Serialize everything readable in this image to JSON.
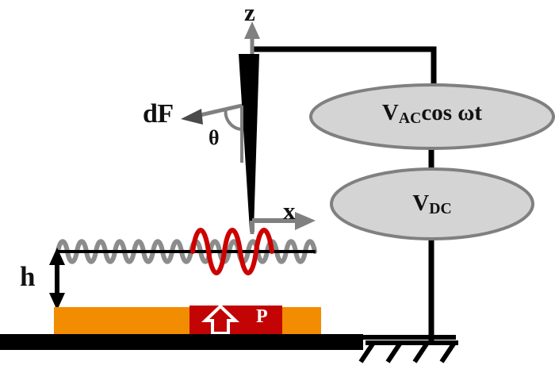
{
  "figure": {
    "kind": "pfm-schematic",
    "description": "Piezoresponse force microscopy setup schematic"
  },
  "axes": {
    "z_label": "z",
    "x_label": "x"
  },
  "tip": {
    "force_label": "dF",
    "angle_label": "θ",
    "gap_label": "h"
  },
  "sample": {
    "polarization_label": "P",
    "polarization_arrow": "up-arrow-icon",
    "film_color": "#F28C00",
    "domain_color": "#C30404",
    "substrate_color": "#000000"
  },
  "circuit": {
    "ac_source": {
      "v": "V",
      "sub": "AC",
      "rest": "cos ωt",
      "full": "V_AC cos ωt"
    },
    "dc_source": {
      "v": "V",
      "sub": "DC",
      "full": "V_DC"
    },
    "ground": "ground-symbol",
    "wire_color": "#000000",
    "source_fill": "#D4D4D4",
    "source_stroke": "#808080"
  },
  "oscillation": {
    "base_color": "#8C8C8C",
    "enhanced_color": "#CC0000",
    "axis_color": "#000000"
  }
}
